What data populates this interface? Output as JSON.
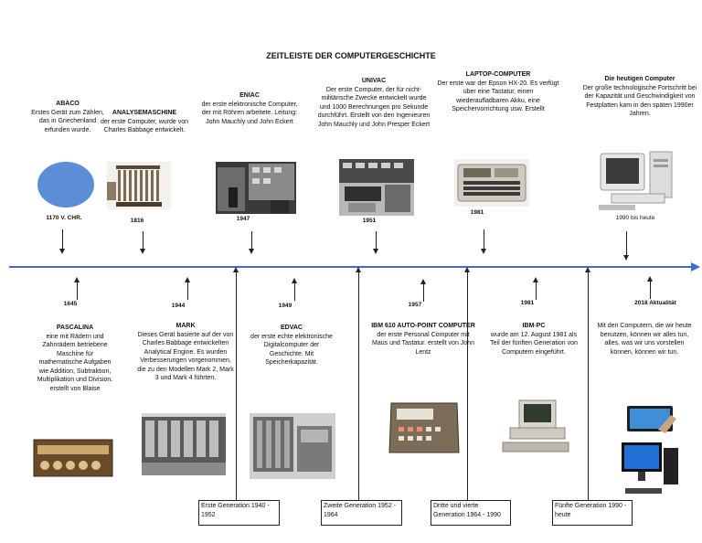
{
  "title": "ZEITLEISTE DER COMPUTERGESCHICHTE",
  "top_events": [
    {
      "id": "abaco",
      "heading": "ABACO",
      "text": "Erstes Gerät zum Zählen, das in Griechenland erfunden wurde.",
      "year": "1170 V. CHR."
    },
    {
      "id": "analysemaschine",
      "heading": "ANALYSEMASCHINE",
      "text": "der erste Computer, wurde von Charles Babbage entwickelt.",
      "year": "1816"
    },
    {
      "id": "eniac",
      "heading": "ENIAC",
      "text": "der erste elektronische Computer, der mit Röhren arbeitete. Leitung: John Mauchly und John Eckert",
      "year": "1947"
    },
    {
      "id": "univac",
      "heading": "UNIVAC",
      "text": "Der erste Computer, der für nicht-militärische Zwecke entwickelt wurde und 1000 Berechnungen pro Sekunde durchführt. Erstellt von den Ingenieuren John Mauchly und John Presper Eckert",
      "year": "1951"
    },
    {
      "id": "laptop",
      "heading": "LAPTOP-COMPUTER",
      "text": "Der erste war der Epson HX-20. Es verfügt über eine Tastatur, einen wiederaufladbaren Akku, eine Speichervorrichtung usw. Erstellt",
      "year": "1981"
    },
    {
      "id": "heutige",
      "heading": "Die heutigen Computer",
      "text": "Der große technologische Fortschritt bei der Kapazität und Geschwindigkeit von Festplatten kam in den späten 1990er Jahren.",
      "year": "1990 bis heute"
    }
  ],
  "bottom_events": [
    {
      "id": "pascalina",
      "heading": "PASCALINA",
      "text": "eine mit Rädern und Zahnrädern betriebene Maschine für mathematische Aufgaben wie Addition, Subtraktion, Multiplikation und Division. erstellt von Blaise",
      "year": "1645"
    },
    {
      "id": "mark",
      "heading": "MARK",
      "text": "Dieses Gerät basierte auf der von Charles Babbage entwickelten Analytical Engine. Es wurden Verbesserungen vorgenommen, die zu den Modellen Mark 2, Mark 3 und Mark 4 führten.",
      "year": "1944"
    },
    {
      "id": "edvac",
      "heading": "EDVAC",
      "text": "der erste echte elektronische Digitalcomputer der Geschichte. Mit Speicherkapazität.",
      "year": "1949"
    },
    {
      "id": "ibm610",
      "heading": "IBM 610 AUTO-POINT COMPUTER",
      "text": "der erste Personal Computer mit Maus und Tastatur. erstellt von John Lentz",
      "year": "1957"
    },
    {
      "id": "ibmpc",
      "heading": "IBM-PC",
      "text": "wurde am 12. August 1981 als Teil der fünften Generation von Computern eingeführt.",
      "year": "1981"
    },
    {
      "id": "aktualitat",
      "heading": "",
      "text": "Mit den Computern, die wir heute benutzen, können wir alles tun, alles, was wir uns vorstellen können, können wir tun.",
      "year": "2018 Aktualität"
    }
  ],
  "generations": [
    {
      "label": "Erste Generation 1940 - 1952"
    },
    {
      "label": "Zweite Generation 1952 - 1964"
    },
    {
      "label": "Dritte und vierte Generation 1964 - 1990"
    },
    {
      "label": "Fünfte Generation 1990 - heute"
    }
  ],
  "colors": {
    "timeline": "#3b6dd1",
    "abaco_circle": "#5b8ed6"
  }
}
